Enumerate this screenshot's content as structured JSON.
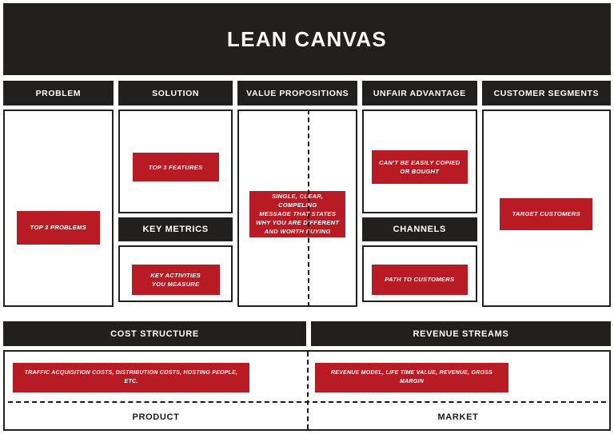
{
  "title": "LEAN CANVAS",
  "colors": {
    "dark": "#221F1F",
    "note_red": "#B81B23",
    "page_bg": "#FFFFFF"
  },
  "columns": [
    {
      "key": "problem",
      "header": "PROBLEM",
      "note": "TOP 3 PROBLEMS"
    },
    {
      "key": "solution",
      "header": "SOLUTION",
      "note": "TOP 3 FEATURES"
    },
    {
      "key": "value",
      "header": "VALUE PROPOSITIONS",
      "note": "SINGLE, CLEAR, COMPELING\nMESSAGE THAT STATES\nWHY YOU ARE DIFFERENT\nAND WORTH BUYING"
    },
    {
      "key": "unfair",
      "header": "UNFAIR ADVANTAGE",
      "note": "CAN'T BE EASILY COPIED\nOR BOUGHT"
    },
    {
      "key": "customer",
      "header": "CUSTOMER SEGMENTS",
      "note": "TARGET CUSTOMERS"
    }
  ],
  "sub_sections": {
    "key_metrics": {
      "header": "KEY METRICS",
      "note": "KEY ACTIVITIES\nYOU MEASURE"
    },
    "channels": {
      "header": "CHANNELS",
      "note": "PATH TO CUSTOMERS"
    }
  },
  "bottom": {
    "cost": {
      "header": "COST STRUCTURE",
      "note": "TRAFFIC ACQUISITION COSTS, DISTRIBUTION COSTS, HOSTING PEOPLE, ETC.",
      "foot_label": "PRODUCT"
    },
    "revenue": {
      "header": "REVENUE STREAMS",
      "note": "REVENUE MODEL, LIFE TIME VALUE, REVENUE, GROSS MARGIN",
      "foot_label": "MARKET"
    }
  }
}
